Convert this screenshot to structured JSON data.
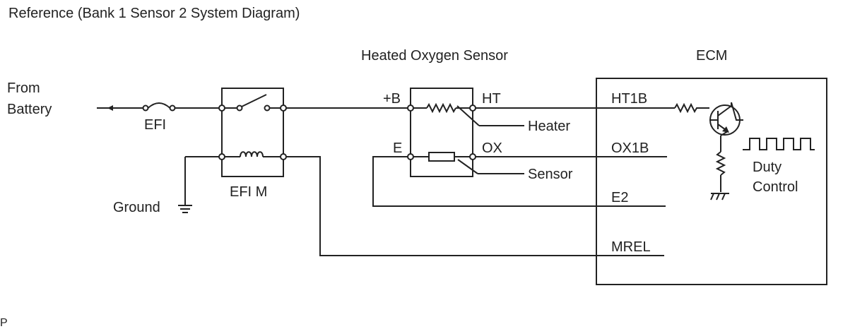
{
  "title": "Reference (Bank 1 Sensor 2 System Diagram)",
  "components": {
    "sensor": "Heated Oxygen Sensor",
    "ecm": "ECM",
    "relay": "EFI M",
    "fuse": "EFI"
  },
  "labels": {
    "from": "From",
    "battery": "Battery",
    "ground": "Ground",
    "heater": "Heater",
    "sensor_element": "Sensor",
    "duty": "Duty",
    "control": "Control",
    "corner": "P"
  },
  "pins": {
    "plus_b": "+B",
    "e": "E",
    "ht": "HT",
    "ox": "OX",
    "ht1b": "HT1B",
    "ox1b": "OX1B",
    "e2": "E2",
    "mrel": "MREL"
  }
}
